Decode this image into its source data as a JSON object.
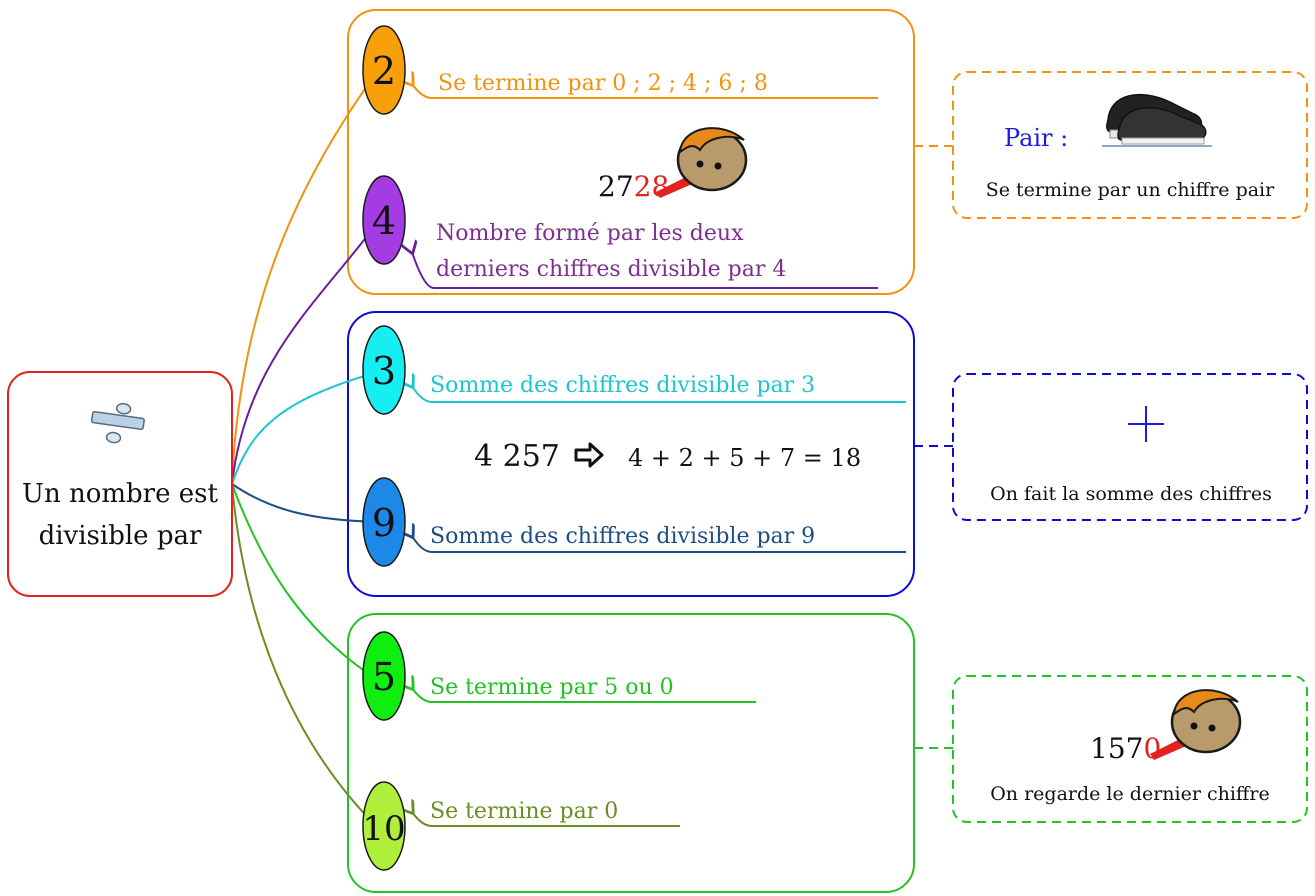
{
  "root": {
    "line1": "Un nombre est",
    "line2": "divisible par",
    "icon": "division-sign-icon"
  },
  "groups": [
    {
      "id": "even",
      "color": "#F39110",
      "divisors": [
        {
          "num": "2",
          "fill": "#F7A00A",
          "rule": "Se termine par 0 ; 2 ; 4 ; 6 ; 8",
          "rule_color": "#F39110"
        },
        {
          "num": "4",
          "fill": "#A53BE3",
          "rule_line1": "Nombre formé par les deux",
          "rule_line2": "derniers chiffres divisible par 4",
          "rule_color": "#7E2F8E"
        }
      ],
      "example": {
        "black": "27",
        "red": "28",
        "icon": "face-pointing-icon"
      },
      "note": {
        "label": "Pair :",
        "label_color": "#1D1DE0",
        "icon": "sneakers-icon",
        "text": "Se termine par un chiffre pair"
      }
    },
    {
      "id": "sum",
      "color": "#0B0BD8",
      "divisors": [
        {
          "num": "3",
          "fill": "#16EEF2",
          "rule": "Somme des chiffres divisible par 3",
          "rule_color": "#1BC6CF"
        },
        {
          "num": "9",
          "fill": "#1E88E8",
          "rule": "Somme des chiffres divisible par 9",
          "rule_color": "#1C4E86"
        }
      ],
      "example": {
        "number": "4 257",
        "arrow_icon": "hollow-arrow-right-icon",
        "sum": "4 + 2 + 5 + 7 = 18"
      },
      "note": {
        "symbol": "+",
        "symbol_color": "#1D1DE0",
        "text": "On fait la somme des chiffres"
      }
    },
    {
      "id": "last",
      "color": "#22C322",
      "divisors": [
        {
          "num": "5",
          "fill": "#10EE10",
          "rule": "Se termine par 5 ou 0",
          "rule_color": "#22C322"
        },
        {
          "num": "10",
          "fill": "#B0EE3C",
          "rule": "Se termine par 0",
          "rule_color": "#6B8E23"
        }
      ],
      "example": {
        "black": "157",
        "red": "0",
        "icon": "face-pointing-icon"
      },
      "note": {
        "text": "On regarde le dernier chiffre"
      }
    }
  ],
  "colors": {
    "root_border": "#E52020",
    "red_digits": "#E52020",
    "text": "#111111"
  }
}
